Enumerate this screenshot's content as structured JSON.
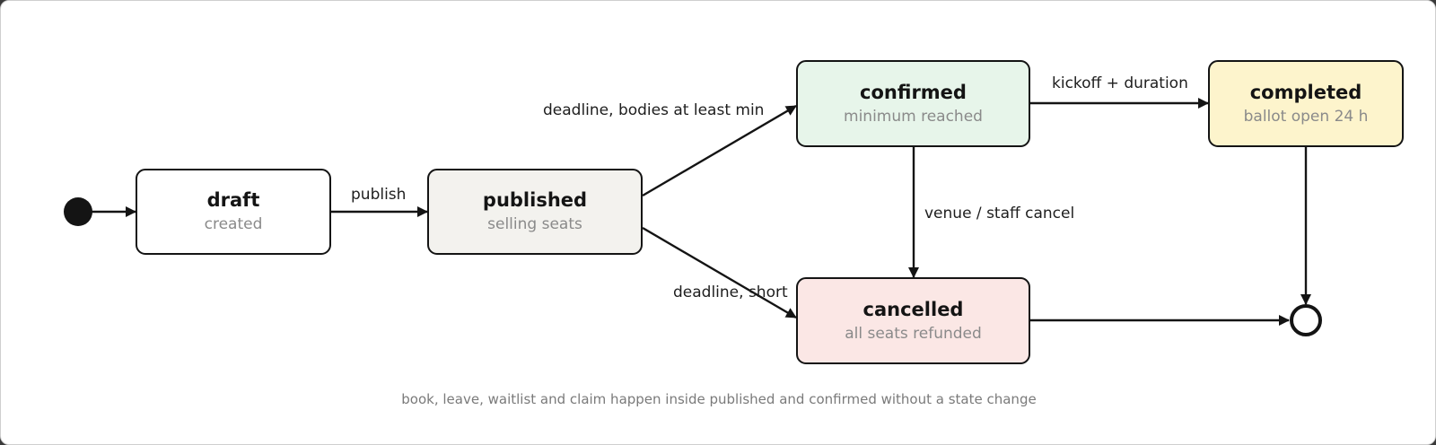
{
  "states": {
    "draft": {
      "name": "draft",
      "sub": "created",
      "fill": "#ffffff"
    },
    "published": {
      "name": "published",
      "sub": "selling seats",
      "fill": "#f3f2ee"
    },
    "confirmed": {
      "name": "confirmed",
      "sub": "minimum reached",
      "fill": "#e7f5ea"
    },
    "completed": {
      "name": "completed",
      "sub": "ballot open 24 h",
      "fill": "#fdf4cc"
    },
    "cancelled": {
      "name": "cancelled",
      "sub": "all seats refunded",
      "fill": "#fbe7e5"
    }
  },
  "transitions": {
    "publish": "publish",
    "deadline_min": "deadline, bodies at least min",
    "deadline_short": "deadline, short",
    "kickoff": "kickoff + duration",
    "venue_cancel": "venue / staff cancel"
  },
  "footnote": "book, leave, waitlist and claim happen inside published and confirmed without a state change",
  "colors": {
    "stroke": "#141414"
  }
}
